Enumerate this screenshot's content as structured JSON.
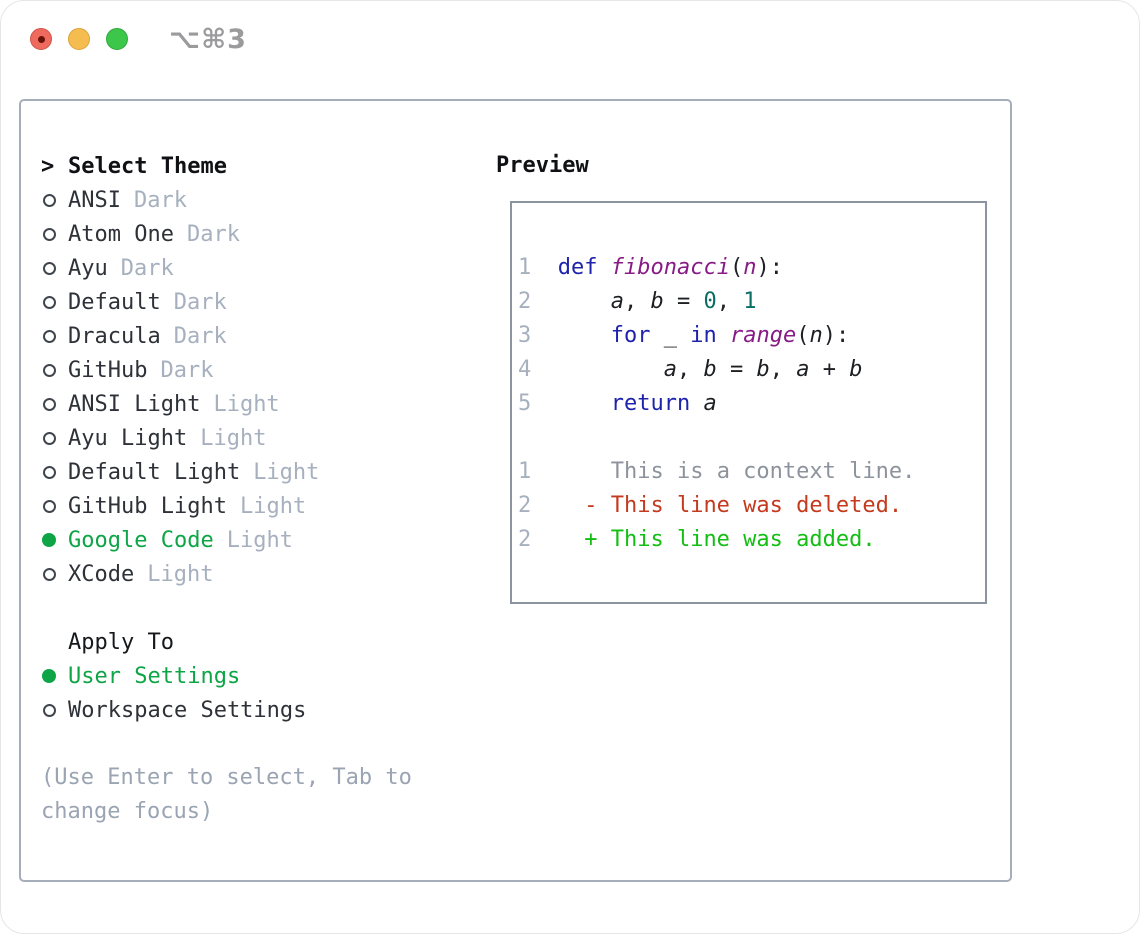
{
  "window": {
    "title": "⌥⌘3",
    "traffic_lights": [
      "close",
      "minimize",
      "zoom"
    ]
  },
  "colors": {
    "accent_green": "#0da546",
    "diff_added_green": "#14be14",
    "diff_deleted_red": "#c43a1e",
    "keyword_blue": "#1e23ac",
    "name_purple": "#871c87",
    "number_teal": "#0a6e64",
    "muted_gray": "#a6b0be",
    "hint_gray": "#9aa4b2",
    "panel_border": "#a6aeb9",
    "preview_border": "#8c949f"
  },
  "theme_list": {
    "prompt": ">",
    "header": "Select Theme",
    "items": [
      {
        "name": "ANSI",
        "tag": "Dark",
        "selected": false
      },
      {
        "name": "Atom One",
        "tag": "Dark",
        "selected": false
      },
      {
        "name": "Ayu",
        "tag": "Dark",
        "selected": false
      },
      {
        "name": "Default",
        "tag": "Dark",
        "selected": false
      },
      {
        "name": "Dracula",
        "tag": "Dark",
        "selected": false
      },
      {
        "name": "GitHub",
        "tag": "Dark",
        "selected": false
      },
      {
        "name": "ANSI Light",
        "tag": "Light",
        "selected": false
      },
      {
        "name": "Ayu Light",
        "tag": "Light",
        "selected": false
      },
      {
        "name": "Default Light",
        "tag": "Light",
        "selected": false
      },
      {
        "name": "GitHub Light",
        "tag": "Light",
        "selected": false
      },
      {
        "name": "Google Code",
        "tag": "Light",
        "selected": true
      },
      {
        "name": "XCode",
        "tag": "Light",
        "selected": false
      }
    ]
  },
  "apply_to": {
    "header": "Apply To",
    "options": [
      {
        "label": "User Settings",
        "selected": true
      },
      {
        "label": "Workspace Settings",
        "selected": false
      }
    ]
  },
  "hint": {
    "line1": "(Use Enter to select, Tab to",
    "line2": "change focus)"
  },
  "preview": {
    "header": "Preview",
    "lines": [
      [
        {
          "c": "ln",
          "t": "1"
        },
        {
          "c": "pl",
          "t": "  "
        },
        {
          "c": "kw",
          "t": "def"
        },
        {
          "c": "pl",
          "t": " "
        },
        {
          "c": "fn",
          "t": "fibonacci"
        },
        {
          "c": "pl",
          "t": "("
        },
        {
          "c": "fn",
          "t": "n"
        },
        {
          "c": "pl",
          "t": "):"
        }
      ],
      [
        {
          "c": "ln",
          "t": "2"
        },
        {
          "c": "pl",
          "t": "      "
        },
        {
          "c": "var",
          "t": "a"
        },
        {
          "c": "pl",
          "t": ", "
        },
        {
          "c": "var",
          "t": "b"
        },
        {
          "c": "pl",
          "t": " = "
        },
        {
          "c": "num",
          "t": "0"
        },
        {
          "c": "pl",
          "t": ", "
        },
        {
          "c": "num",
          "t": "1"
        }
      ],
      [
        {
          "c": "ln",
          "t": "3"
        },
        {
          "c": "pl",
          "t": "      "
        },
        {
          "c": "kw",
          "t": "for"
        },
        {
          "c": "pl",
          "t": " _ "
        },
        {
          "c": "kw",
          "t": "in"
        },
        {
          "c": "pl",
          "t": " "
        },
        {
          "c": "fn",
          "t": "range"
        },
        {
          "c": "pl",
          "t": "("
        },
        {
          "c": "var",
          "t": "n"
        },
        {
          "c": "pl",
          "t": "):"
        }
      ],
      [
        {
          "c": "ln",
          "t": "4"
        },
        {
          "c": "pl",
          "t": "          "
        },
        {
          "c": "var",
          "t": "a"
        },
        {
          "c": "pl",
          "t": ", "
        },
        {
          "c": "var",
          "t": "b"
        },
        {
          "c": "pl",
          "t": " = "
        },
        {
          "c": "var",
          "t": "b"
        },
        {
          "c": "pl",
          "t": ", "
        },
        {
          "c": "var",
          "t": "a"
        },
        {
          "c": "pl",
          "t": " + "
        },
        {
          "c": "var",
          "t": "b"
        }
      ],
      [
        {
          "c": "ln",
          "t": "5"
        },
        {
          "c": "pl",
          "t": "      "
        },
        {
          "c": "kw",
          "t": "return"
        },
        {
          "c": "pl",
          "t": " "
        },
        {
          "c": "var",
          "t": "a"
        }
      ],
      [],
      [
        {
          "c": "ln",
          "t": "1"
        },
        {
          "c": "pl",
          "t": "      "
        },
        {
          "c": "ctx",
          "t": "This is a context line."
        }
      ],
      [
        {
          "c": "ln",
          "t": "2"
        },
        {
          "c": "pl",
          "t": "    "
        },
        {
          "c": "del",
          "t": "- This line was deleted."
        }
      ],
      [
        {
          "c": "ln",
          "t": "2"
        },
        {
          "c": "pl",
          "t": "    "
        },
        {
          "c": "add",
          "t": "+ This line was added."
        }
      ]
    ]
  }
}
